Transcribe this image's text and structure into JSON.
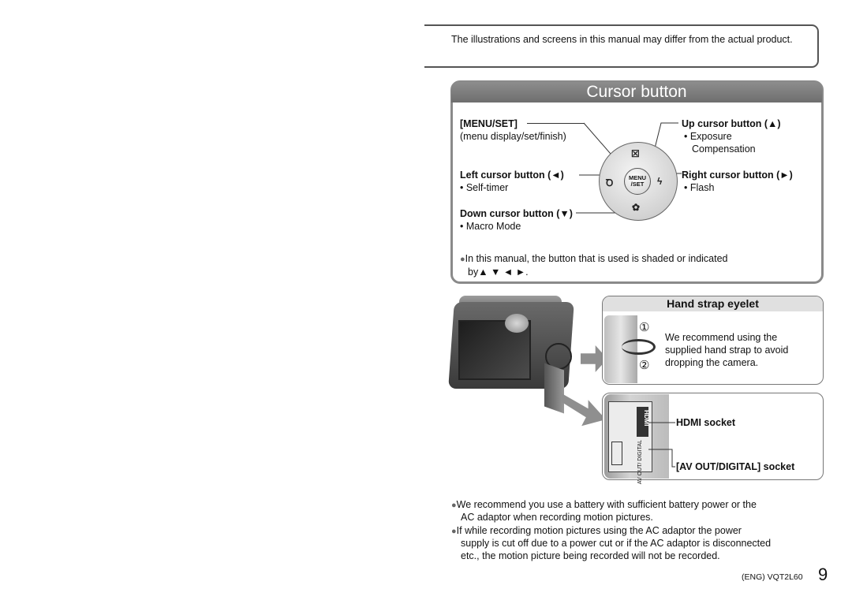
{
  "notice": {
    "text": "The illustrations and screens in this manual may differ from the actual product."
  },
  "cursor_panel": {
    "title": "Cursor button",
    "menu_set": {
      "label": "[MENU/SET]",
      "desc": "(menu display/set/finish)"
    },
    "up": {
      "label": "Up cursor button (▲)",
      "items": [
        "• Exposure",
        "Compensation"
      ]
    },
    "left": {
      "label": "Left cursor button (◄)",
      "items": [
        "• Self-timer"
      ]
    },
    "right": {
      "label": "Right cursor button (►)",
      "items": [
        "• Flash"
      ]
    },
    "down": {
      "label": "Down cursor button (▼)",
      "items": [
        "• Macro Mode"
      ]
    },
    "dpad": {
      "center_line1": "MENU",
      "center_line2": "/SET",
      "icons": [
        "exposure-icon",
        "self-timer-icon",
        "flash-icon",
        "macro-icon"
      ],
      "glyph_up": "☒",
      "glyph_left": "Ꝺ",
      "glyph_right": "ϟ",
      "glyph_down": "✿"
    },
    "note_bullet": "●",
    "note_line1": "In this manual, the button that is used is shaded or indicated",
    "note_line2": "by▲ ▼ ◄ ►."
  },
  "strap": {
    "title": "Hand strap eyelet",
    "step1": "①",
    "step2": "②",
    "text_lines": [
      "We recommend using the",
      "supplied hand strap to avoid",
      "dropping the camera."
    ]
  },
  "sockets": {
    "hdmi_label": "HDMI socket",
    "av_label": "[AV OUT/DIGITAL] socket",
    "hdmi_mark": "HDMI",
    "av_mark": "AV OUT/ DIGITAL"
  },
  "notes": [
    {
      "bullet": "●",
      "lines": [
        "We recommend you use a battery with sufficient battery power or the",
        "AC adaptor when recording motion pictures."
      ]
    },
    {
      "bullet": "●",
      "lines": [
        "If while recording motion pictures using the AC adaptor the power",
        "supply is cut off due to a power cut or if the AC adaptor is disconnected",
        "etc., the motion picture being recorded will not be recorded."
      ]
    }
  ],
  "footer": {
    "code": "(ENG) VQT2L60",
    "page_number": "9"
  }
}
